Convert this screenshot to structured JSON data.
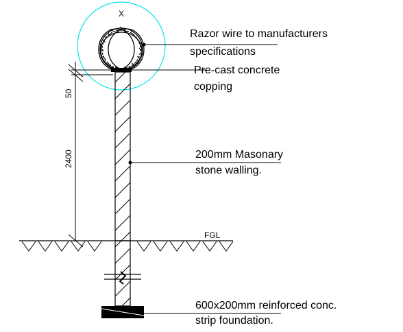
{
  "drawing": {
    "detail_marker": "X",
    "labels": {
      "razor_wire": [
        "Razor wire to manufacturers",
        "specifications"
      ],
      "copping": [
        "Pre-cast concrete",
        "copping"
      ],
      "walling": [
        "200mm Masonary",
        "stone walling."
      ],
      "ground": "FGL",
      "foundation": [
        "600x200mm reinforced conc.",
        "strip foundation."
      ]
    },
    "dimensions": {
      "copping_height": "50",
      "wall_height": "2400"
    },
    "colors": {
      "line": "#000000",
      "detail_circle": "#00e5e5",
      "background": "#ffffff"
    }
  }
}
